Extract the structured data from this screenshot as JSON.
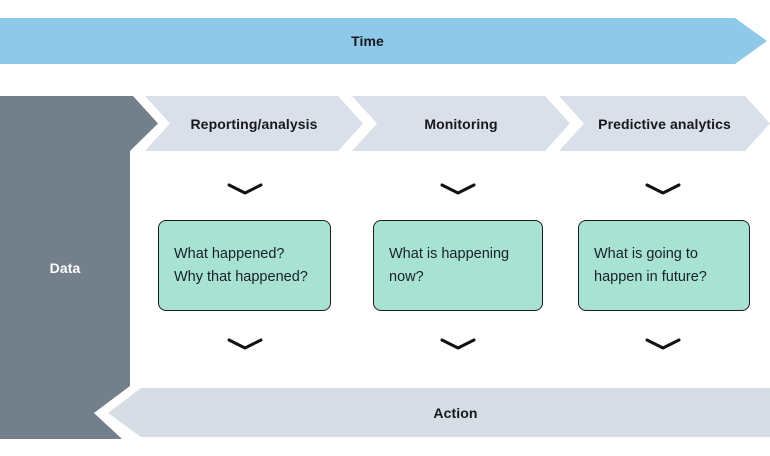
{
  "diagram": {
    "title_hint": "Data analytics maturity over time",
    "time_arrow": {
      "label": "Time",
      "color": "#8EC9E9"
    },
    "data_block": {
      "label": "Data",
      "color": "#73808C"
    },
    "stage_chevron_color": "#D9E0E9",
    "question_box_color": "#A8E2D2",
    "connector_color": "#111111",
    "stages": [
      {
        "label": "Reporting/analysis",
        "question_lines": [
          "What happened?",
          "Why that happened?"
        ]
      },
      {
        "label": "Monitoring",
        "question_lines": [
          "What is happening",
          "now?"
        ]
      },
      {
        "label": "Predictive analytics",
        "question_lines": [
          "What is going to",
          "happen in future?"
        ]
      }
    ],
    "action_arrow": {
      "label": "Action",
      "color": "#D6DDE5"
    }
  }
}
